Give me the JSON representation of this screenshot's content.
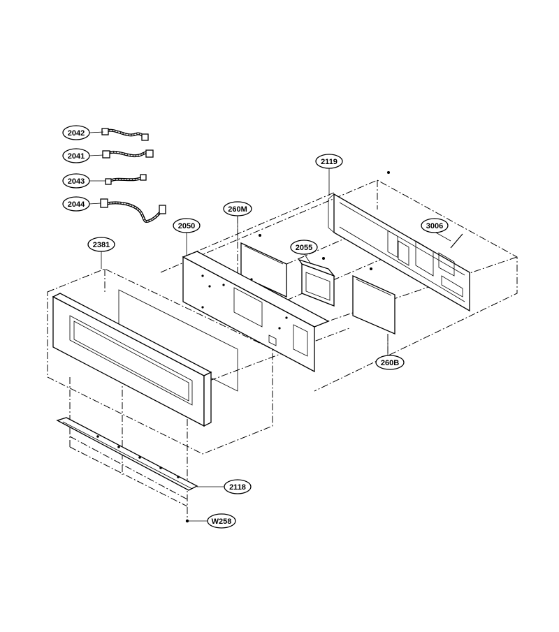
{
  "parts": [
    {
      "id": "2042",
      "label": "2042"
    },
    {
      "id": "2041",
      "label": "2041"
    },
    {
      "id": "2043",
      "label": "2043"
    },
    {
      "id": "2044",
      "label": "2044"
    },
    {
      "id": "2119",
      "label": "2119"
    },
    {
      "id": "260M",
      "label": "260M"
    },
    {
      "id": "2050",
      "label": "2050"
    },
    {
      "id": "2055",
      "label": "2055"
    },
    {
      "id": "3006",
      "label": "3006"
    },
    {
      "id": "2381",
      "label": "2381"
    },
    {
      "id": "260B",
      "label": "260B"
    },
    {
      "id": "2118",
      "label": "2118"
    },
    {
      "id": "W258",
      "label": "W258"
    }
  ]
}
